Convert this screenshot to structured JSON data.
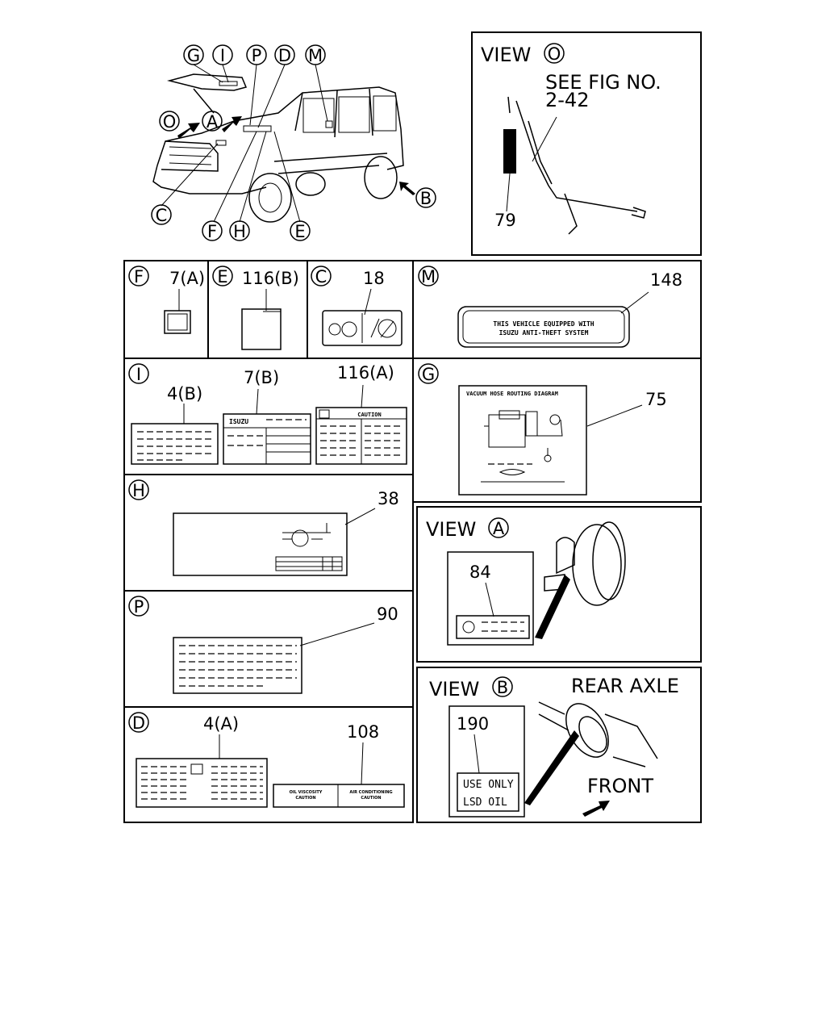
{
  "callouts": {
    "G": "G",
    "I": "I",
    "P": "P",
    "D": "D",
    "M": "M",
    "O": "O",
    "A": "A",
    "C": "C",
    "F": "F",
    "H": "H",
    "E": "E",
    "B": "B"
  },
  "view_o": {
    "title": "VIEW",
    "see_fig": "SEE FIG NO.",
    "fig_no": "2-42",
    "part": "79"
  },
  "panel_f": {
    "part": "7(A)"
  },
  "panel_e": {
    "part": "116(B)"
  },
  "panel_c": {
    "part": "18"
  },
  "panel_m": {
    "part": "148",
    "label_line1": "THIS VEHICLE EQUIPPED WITH",
    "label_line2": "ISUZU ANTI-THEFT SYSTEM"
  },
  "panel_i": {
    "part_a": "4(B)",
    "part_b": "7(B)",
    "part_c": "116(A)",
    "isuzu": "ISUZU",
    "caution": "CAUTION"
  },
  "panel_g": {
    "part": "75",
    "diagram_title": "VACUUM HOSE ROUTING DIAGRAM"
  },
  "panel_h": {
    "part": "38"
  },
  "view_a": {
    "title": "VIEW",
    "part": "84"
  },
  "panel_p": {
    "part": "90"
  },
  "view_b": {
    "title": "VIEW",
    "rear_axle": "REAR AXLE",
    "part": "190",
    "label_line1": "USE ONLY",
    "label_line2": "LSD OIL",
    "front": "FRONT"
  },
  "panel_d": {
    "part_a": "4(A)",
    "part_b": "108",
    "sub1_line1": "OIL VISCOSITY",
    "sub1_line2": "CAUTION",
    "sub2_line1": "AIR CONDITIONING",
    "sub2_line2": "CAUTION"
  }
}
